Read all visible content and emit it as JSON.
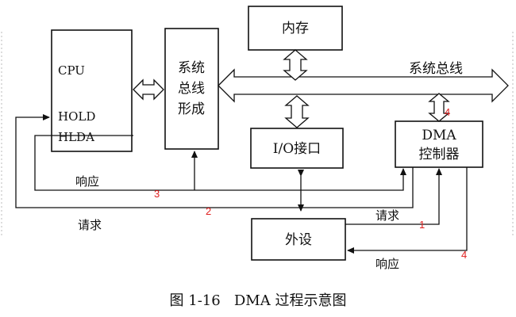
{
  "diagram": {
    "cpu": {
      "title": "CPU",
      "hold": "HOLD",
      "hlda": "HLDA"
    },
    "bus_former": {
      "line1": "系统",
      "line2": "总线",
      "line3": "形成"
    },
    "memory": {
      "label": "内存"
    },
    "io_interface": {
      "label": "I/O接口"
    },
    "dma_controller": {
      "line1": "DMA",
      "line2": "控制器"
    },
    "peripheral": {
      "label": "外设"
    },
    "system_bus": {
      "label": "系统总线"
    },
    "signals": {
      "cpu_response": "响应",
      "cpu_request": "请求",
      "peripheral_request": "请求",
      "peripheral_response": "响应"
    },
    "steps": {
      "step1": "1",
      "step2": "2",
      "step3": "3",
      "step4_top": "4",
      "step4_bottom": "4"
    },
    "caption": "图 1-16   DMA 过程示意图",
    "colors": {
      "line": "#111111",
      "step_number": "#e02020",
      "background": "#ffffff"
    }
  }
}
